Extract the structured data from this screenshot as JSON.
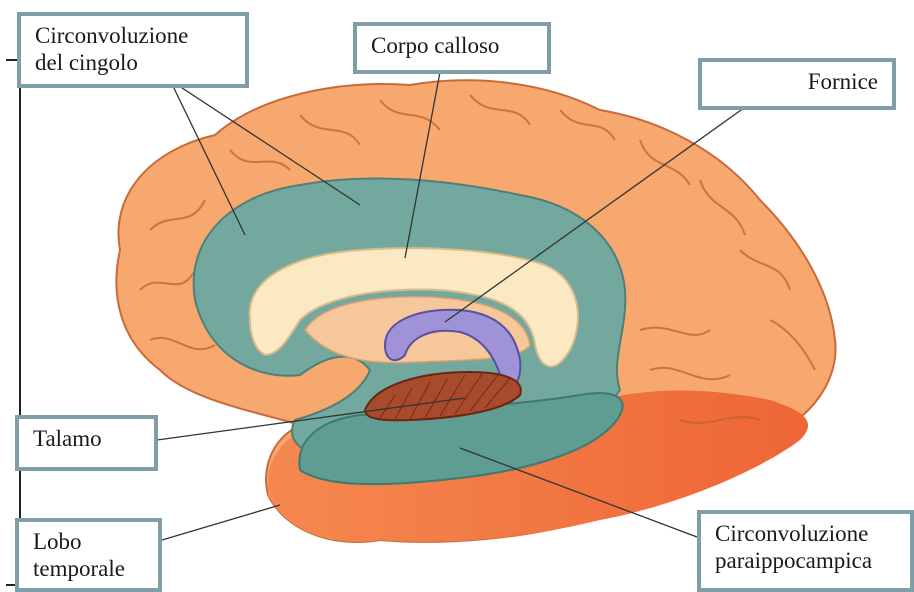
{
  "labels": {
    "circonvoluzione_cingolo": [
      "Circonvoluzione",
      "del cingolo"
    ],
    "corpo_calloso": "Corpo calloso",
    "fornice": "Fornice",
    "talamo": "Talamo",
    "lobo_temporale": [
      "Lobo",
      "temporale"
    ],
    "circonvoluzione_paraippocampica": [
      "Circonvoluzione",
      "paraippocampica"
    ]
  },
  "colors": {
    "cortex": "#f7a56a",
    "cortex_dark": "#e0703a",
    "temporal_red": "#ef6a3a",
    "cingulate_teal": "#6fa69c",
    "corpus_callosum": "#fbe8c0",
    "fornix": "#9d8fd0",
    "thalamus": "#a8492d",
    "label_border": "#7f9ea8"
  }
}
